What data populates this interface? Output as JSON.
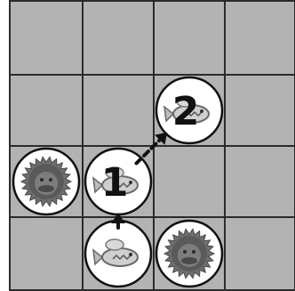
{
  "board": {
    "rows": 4,
    "cols": 4,
    "cell_color": "#b3b3b3",
    "grid_color": "#2b2b2b",
    "disc_color": "#ffffff"
  },
  "pieces": [
    {
      "id": "gray-spiky-r2c0",
      "kind": "gray-spiky-ball",
      "row": 2,
      "col": 0,
      "label": ""
    },
    {
      "id": "fish-r2c1",
      "kind": "fish",
      "row": 2,
      "col": 1,
      "label": "1"
    },
    {
      "id": "fish-r1c2",
      "kind": "fish",
      "row": 1,
      "col": 2,
      "label": "2"
    },
    {
      "id": "fish-r3c1",
      "kind": "fish",
      "row": 3,
      "col": 1,
      "label": ""
    },
    {
      "id": "gray-spiky-r3c2",
      "kind": "gray-spiky-ball",
      "row": 3,
      "col": 2,
      "label": ""
    }
  ],
  "moves": [
    {
      "from": [
        3,
        1
      ],
      "to": [
        2,
        1
      ],
      "style": "solid"
    },
    {
      "from": [
        2,
        1
      ],
      "to": [
        1,
        2
      ],
      "style": "dashed"
    }
  ],
  "icons": {
    "fish": "fish-sprite-icon",
    "gray-spiky-ball": "spiky-ball-icon"
  }
}
